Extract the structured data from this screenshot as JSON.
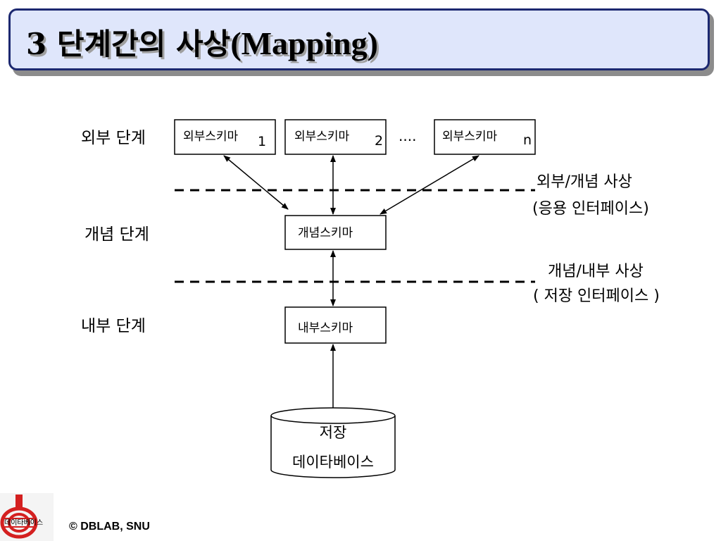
{
  "title": {
    "prefix": "3 단계간의 사상",
    "latin": "(Mapping)"
  },
  "levels": {
    "external": "외부 단계",
    "conceptual": "개념 단계",
    "internal": "내부 단계"
  },
  "schemas": {
    "external_1": {
      "label": "외부스키마",
      "index": "1"
    },
    "external_2": {
      "label": "외부스키마",
      "index": "2"
    },
    "external_n": {
      "label": "외부스키마",
      "index": "n"
    },
    "ellipsis": "....",
    "conceptual": "개념스키마",
    "internal": "내부스키마"
  },
  "mappings": {
    "external_conceptual": {
      "line1": "외부/개념  사상",
      "line2": "(응용 인터페이스)"
    },
    "conceptual_internal": {
      "line1": "개념/내부  사상",
      "line2": "( 저장  인터페이스 )"
    }
  },
  "storage": {
    "line1": "저장",
    "line2": "데이타베이스"
  },
  "footer": {
    "copyright": "© DBLAB, SNU",
    "logo_text": "데이타베이스"
  }
}
